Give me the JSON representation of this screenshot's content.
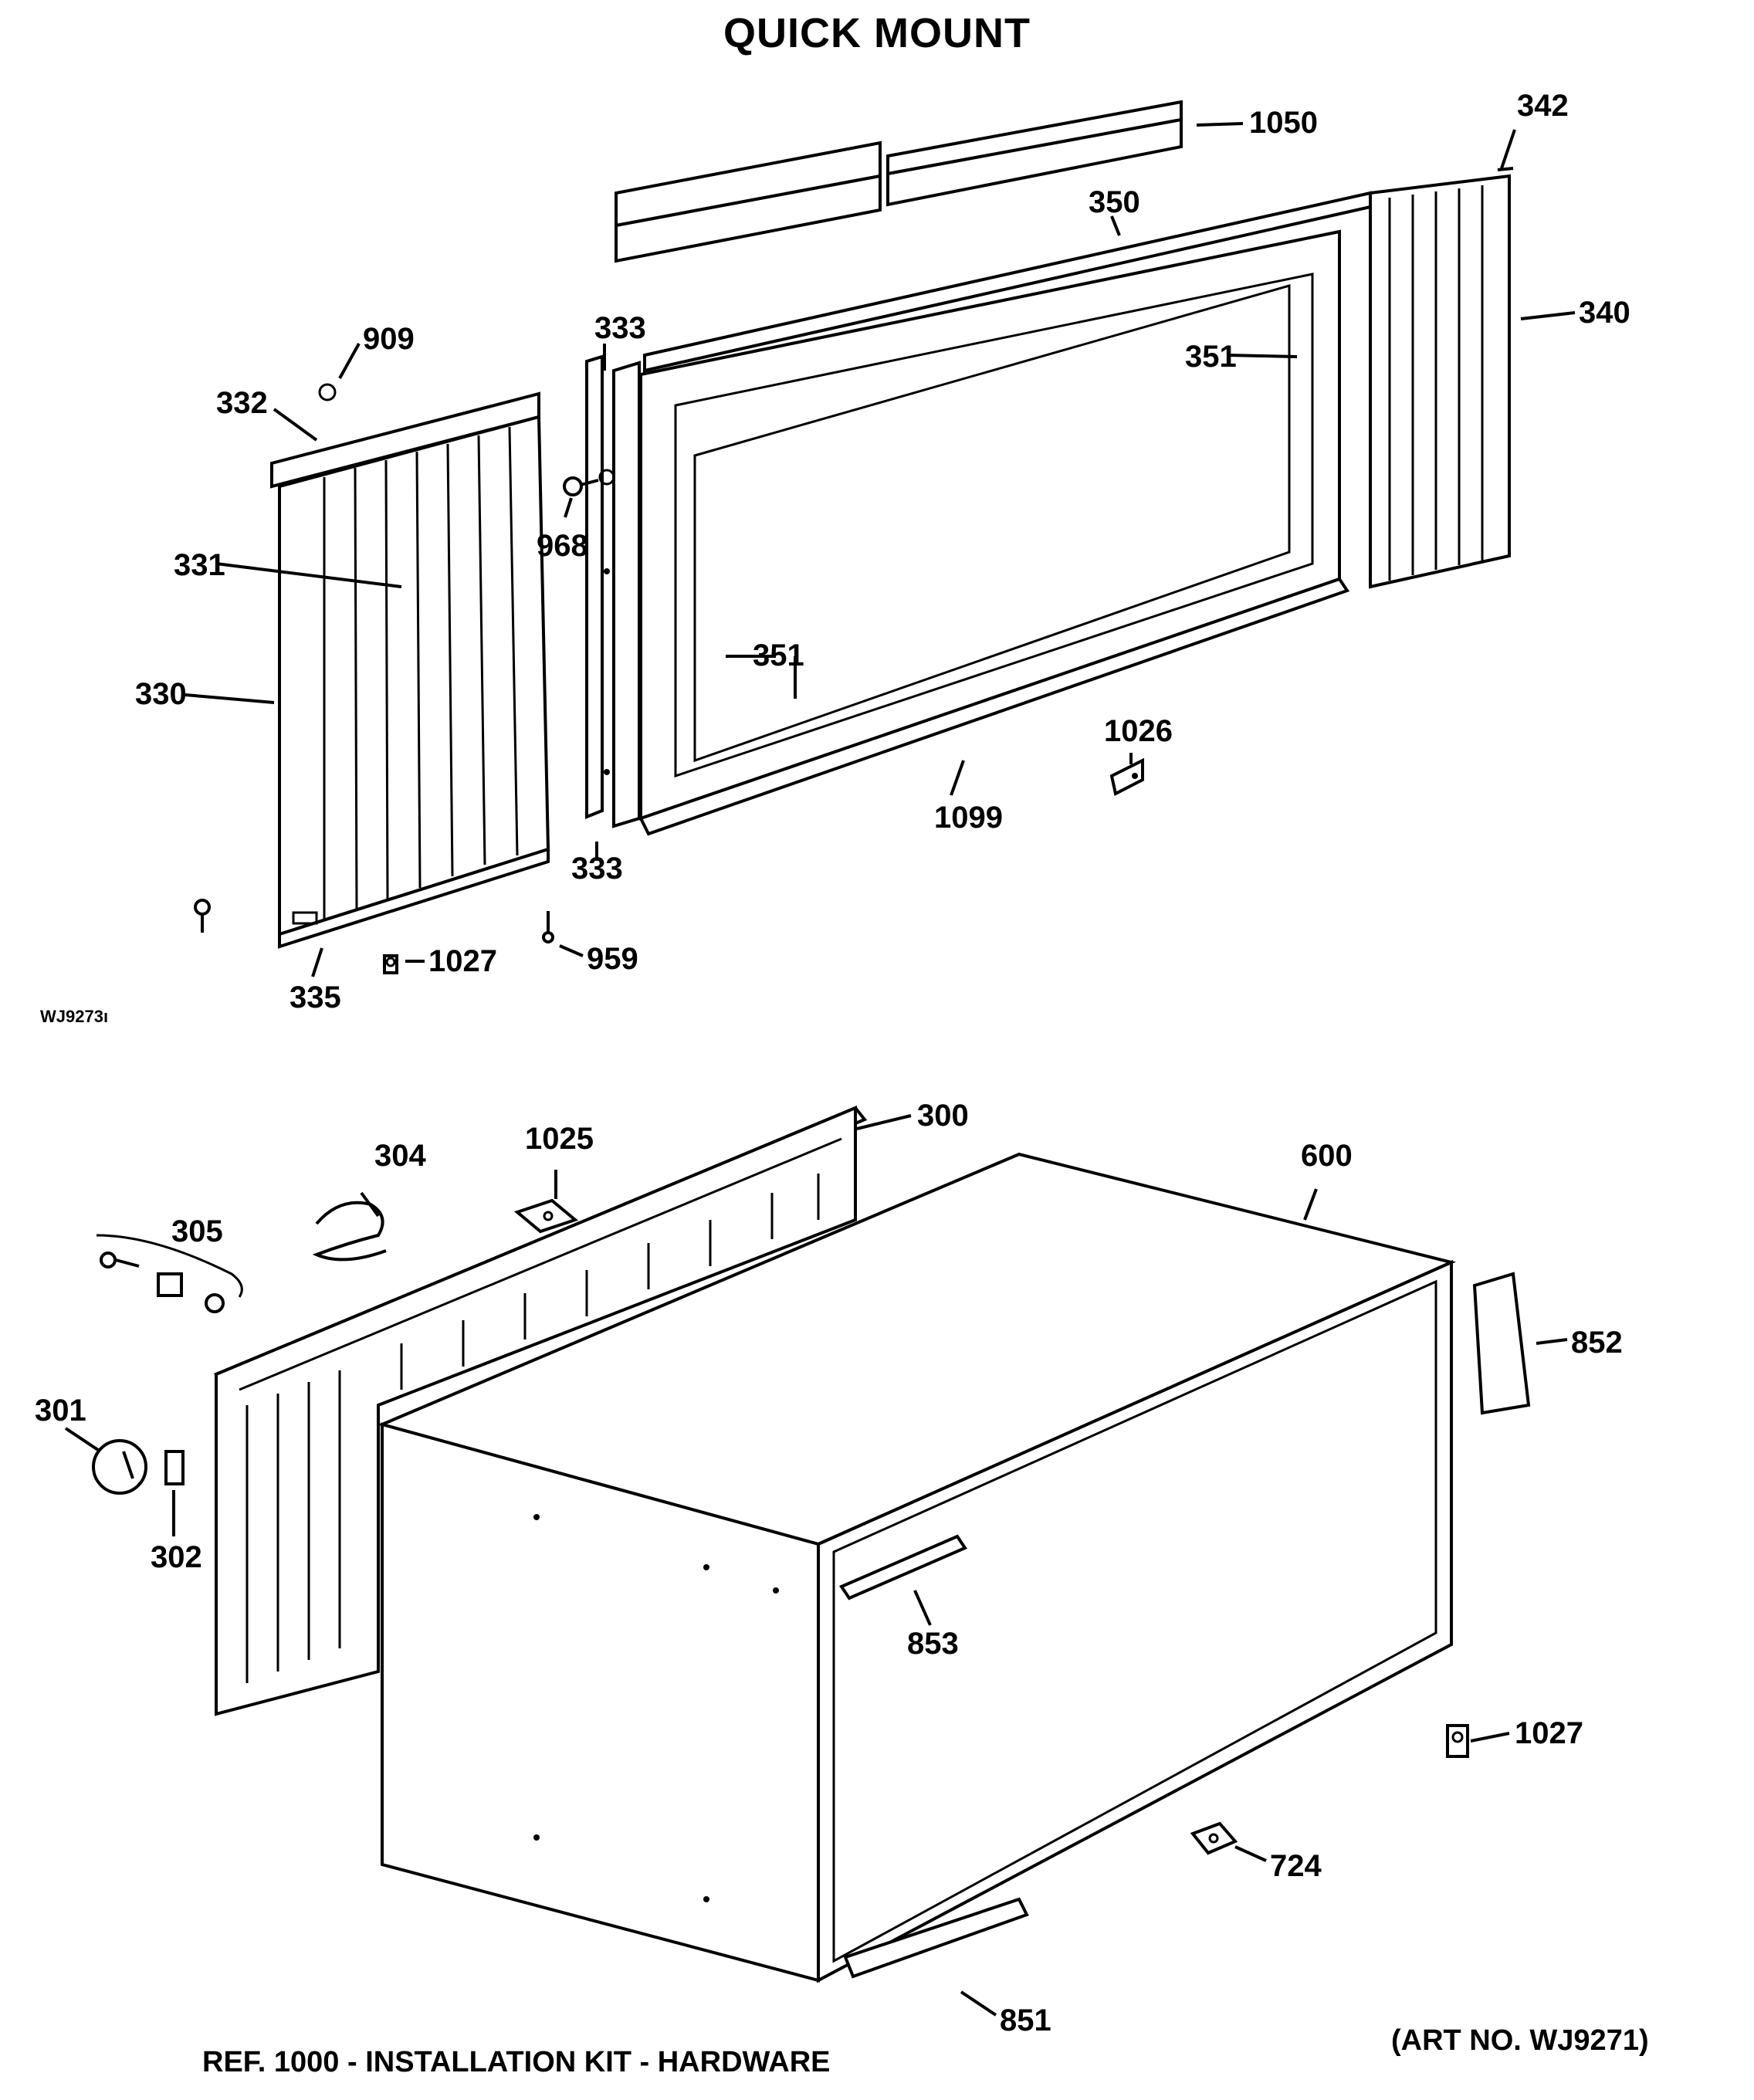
{
  "title": "QUICK MOUNT",
  "drawing_code": "WJ9273ı",
  "footer_left": "REF. 1000 - INSTALLATION KIT - HARDWARE",
  "footer_right": "(ART NO. WJ9271)",
  "callouts": {
    "c1050": "1050",
    "c342": "342",
    "c350": "350",
    "c340": "340",
    "c909": "909",
    "c333a": "333",
    "c351a": "351",
    "c332": "332",
    "c968": "968",
    "c331": "331",
    "c330": "330",
    "c351b": "351",
    "c1026": "1026",
    "c1099": "1099",
    "c333b": "333",
    "c1027a": "1027",
    "c959": "959",
    "c335": "335",
    "c300": "300",
    "c304": "304",
    "c1025": "1025",
    "c600": "600",
    "c305": "305",
    "c852": "852",
    "c301": "301",
    "c302": "302",
    "c853": "853",
    "c1027b": "1027",
    "c724": "724",
    "c851": "851"
  }
}
